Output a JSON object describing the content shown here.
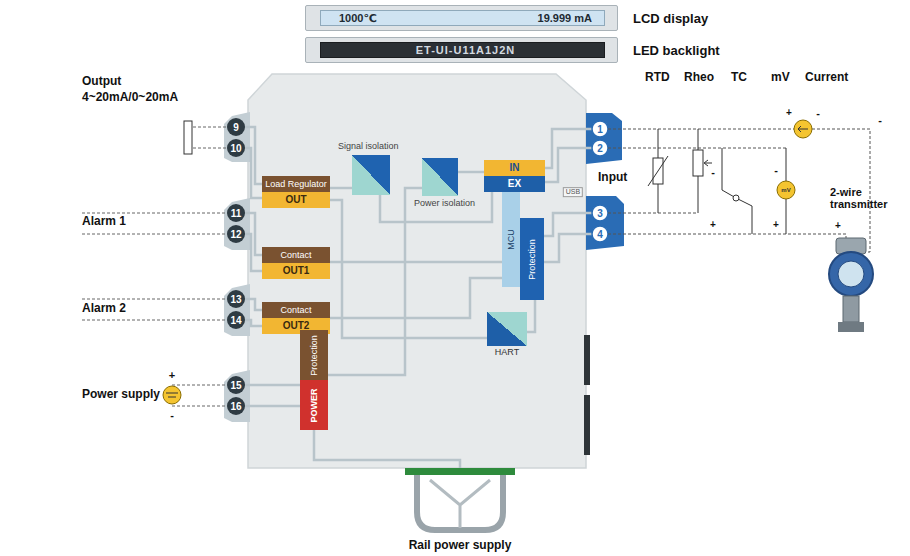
{
  "diagram": {
    "nodes": [
      {
        "text": [
          "1000℃",
          "19.999 mA",
          "LCD display"
        ]
      },
      {
        "text": [
          "ET-UI-U11A1J2N",
          "LED backlight"
        ]
      },
      {
        "text": [
          "Load Regulator",
          "OUT"
        ]
      },
      {
        "text": [
          "Contact",
          "OUT1"
        ]
      },
      {
        "text": [
          "Contact",
          "OUT2"
        ]
      },
      {
        "text": [
          "IN",
          "EX"
        ]
      },
      {
        "text": [
          "MCU"
        ]
      },
      {
        "text": [
          "Protection"
        ]
      },
      {
        "text": [
          "HART"
        ]
      },
      {
        "text": [
          "Protection",
          "POWER"
        ]
      },
      {
        "text": [
          "Signal isolation"
        ]
      },
      {
        "text": [
          "Power isolation"
        ]
      }
    ],
    "edges": [
      {
        "from": 2,
        "to": 10,
        "arrow": "none"
      },
      {
        "from": 10,
        "to": 5,
        "arrow": "none"
      },
      {
        "from": 11,
        "to": 5,
        "arrow": "none"
      },
      {
        "from": 11,
        "to": 9,
        "arrow": "none"
      },
      {
        "from": 3,
        "to": 6,
        "arrow": "none"
      },
      {
        "from": 4,
        "to": 6,
        "arrow": "none"
      },
      {
        "from": 8,
        "to": 7,
        "arrow": "none"
      },
      {
        "from": 8,
        "to": 2,
        "arrow": "none"
      }
    ],
    "labels": [
      "Output",
      "4~20mA/0~20mA",
      "9",
      "10",
      "Alarm 1",
      "11",
      "12",
      "Alarm 2",
      "13",
      "14",
      "Power supply",
      "+",
      "-",
      "15",
      "16",
      "Rail power supply",
      "1",
      "2",
      "3",
      "4",
      "USB",
      "Input",
      "RTD",
      "Rheo",
      "TC",
      "mV",
      "Current",
      "+",
      "-",
      "-",
      "+",
      "-",
      "+",
      "mV",
      "2-wire transmitter",
      "-",
      "+"
    ]
  }
}
